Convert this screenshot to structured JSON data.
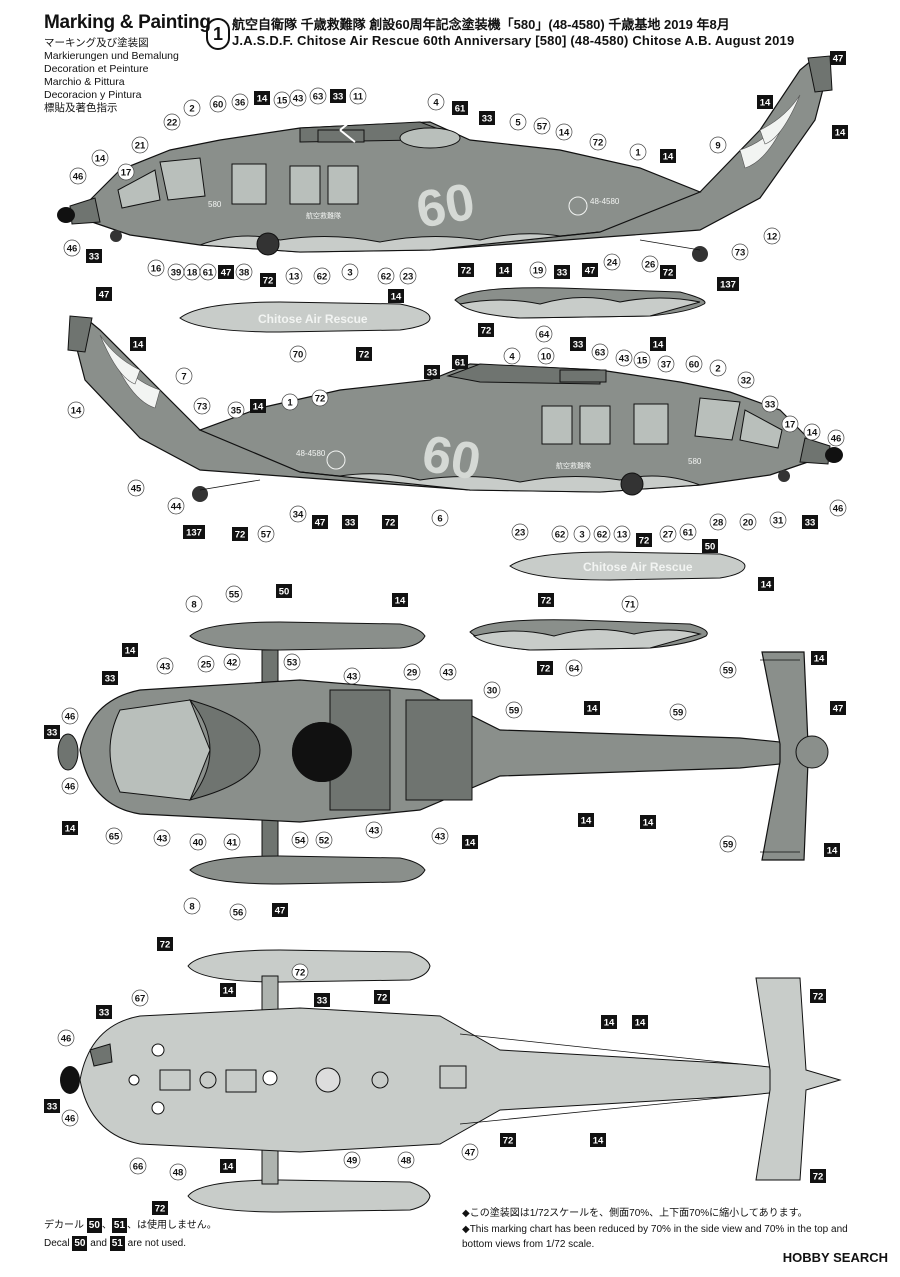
{
  "header": {
    "title": "Marking & Painting",
    "languages": [
      "マーキング及び塗装図",
      "Markierungen und Bemalung",
      "Decoration et Peinture",
      "Marchio & Pittura",
      "Decoracion y Pintura",
      "標貼及著色指示"
    ],
    "plate_number": "1",
    "title_jp": "航空自衛隊 千歳救難隊 創設60周年記念塗装機「580」(48-4580) 千歳基地 2019 年8月",
    "title_en": "J.A.S.D.F. Chitose Air Rescue 60th Anniversary [580] (48-4580)  Chitose A.B. August 2019"
  },
  "aircraft_markings": {
    "serial": "48-4580",
    "modex": "580",
    "unit_jp": "航空救難隊",
    "big_number": "60",
    "tank_text_1": "Chitose Air Rescue",
    "tank_text_2": "Chitose Air Rescue"
  },
  "colors": {
    "fuselage": "#8a8f8b",
    "fuselage_dark": "#6f7470",
    "underside": "#c8ccc9",
    "accent": "#cfd4cf",
    "line": "#111111"
  },
  "callouts": {
    "side_left": [
      {
        "n": "47",
        "boxed": true
      },
      {
        "n": "14",
        "boxed": true
      },
      {
        "n": "14",
        "boxed": true
      },
      {
        "n": "9",
        "boxed": false
      },
      {
        "n": "22",
        "boxed": false
      },
      {
        "n": "2",
        "boxed": false
      },
      {
        "n": "60",
        "boxed": false
      },
      {
        "n": "36",
        "boxed": false
      },
      {
        "n": "14",
        "boxed": true
      },
      {
        "n": "15",
        "boxed": false
      },
      {
        "n": "43",
        "boxed": false
      },
      {
        "n": "63",
        "boxed": false
      },
      {
        "n": "33",
        "boxed": true
      },
      {
        "n": "11",
        "boxed": false
      },
      {
        "n": "4",
        "boxed": false
      },
      {
        "n": "61",
        "boxed": true
      },
      {
        "n": "33",
        "boxed": true
      },
      {
        "n": "5",
        "boxed": false
      },
      {
        "n": "57",
        "boxed": false
      },
      {
        "n": "14",
        "boxed": false
      },
      {
        "n": "72",
        "boxed": false
      },
      {
        "n": "1",
        "boxed": false
      },
      {
        "n": "14",
        "boxed": true
      },
      {
        "n": "21",
        "boxed": false
      },
      {
        "n": "14",
        "boxed": false
      },
      {
        "n": "17",
        "boxed": false
      },
      {
        "n": "46",
        "boxed": false
      },
      {
        "n": "46",
        "boxed": false
      },
      {
        "n": "33",
        "boxed": true
      },
      {
        "n": "16",
        "boxed": false
      },
      {
        "n": "39",
        "boxed": false
      },
      {
        "n": "18",
        "boxed": false
      },
      {
        "n": "61",
        "boxed": false
      },
      {
        "n": "47",
        "boxed": true
      },
      {
        "n": "38",
        "boxed": false
      },
      {
        "n": "72",
        "boxed": true
      },
      {
        "n": "13",
        "boxed": false
      },
      {
        "n": "62",
        "boxed": false
      },
      {
        "n": "3",
        "boxed": false
      },
      {
        "n": "62",
        "boxed": false
      },
      {
        "n": "23",
        "boxed": false
      },
      {
        "n": "72",
        "boxed": true
      },
      {
        "n": "14",
        "boxed": true
      },
      {
        "n": "19",
        "boxed": false
      },
      {
        "n": "33",
        "boxed": true
      },
      {
        "n": "47",
        "boxed": true
      },
      {
        "n": "24",
        "boxed": false
      },
      {
        "n": "26",
        "boxed": false
      },
      {
        "n": "72",
        "boxed": true
      },
      {
        "n": "137",
        "boxed": true
      },
      {
        "n": "73",
        "boxed": false
      },
      {
        "n": "12",
        "boxed": false
      }
    ],
    "tanks_1": [
      {
        "n": "14",
        "boxed": true
      },
      {
        "n": "70",
        "boxed": false
      },
      {
        "n": "72",
        "boxed": true
      },
      {
        "n": "72",
        "boxed": true
      },
      {
        "n": "64",
        "boxed": false
      },
      {
        "n": "14",
        "boxed": true
      }
    ],
    "side_right": [
      {
        "n": "47",
        "boxed": true
      },
      {
        "n": "14",
        "boxed": true
      },
      {
        "n": "7",
        "boxed": false
      },
      {
        "n": "14",
        "boxed": false
      },
      {
        "n": "73",
        "boxed": false
      },
      {
        "n": "35",
        "boxed": false
      },
      {
        "n": "14",
        "boxed": true
      },
      {
        "n": "1",
        "boxed": false
      },
      {
        "n": "72",
        "boxed": false
      },
      {
        "n": "33",
        "boxed": true
      },
      {
        "n": "61",
        "boxed": true
      },
      {
        "n": "4",
        "boxed": false
      },
      {
        "n": "10",
        "boxed": false
      },
      {
        "n": "33",
        "boxed": true
      },
      {
        "n": "63",
        "boxed": false
      },
      {
        "n": "43",
        "boxed": false
      },
      {
        "n": "15",
        "boxed": false
      },
      {
        "n": "14",
        "boxed": true
      },
      {
        "n": "37",
        "boxed": false
      },
      {
        "n": "60",
        "boxed": false
      },
      {
        "n": "2",
        "boxed": false
      },
      {
        "n": "32",
        "boxed": false
      },
      {
        "n": "33",
        "boxed": false
      },
      {
        "n": "17",
        "boxed": false
      },
      {
        "n": "14",
        "boxed": false
      },
      {
        "n": "46",
        "boxed": false
      },
      {
        "n": "45",
        "boxed": false
      },
      {
        "n": "44",
        "boxed": false
      },
      {
        "n": "137",
        "boxed": true
      },
      {
        "n": "72",
        "boxed": true
      },
      {
        "n": "57",
        "boxed": false
      },
      {
        "n": "34",
        "boxed": false
      },
      {
        "n": "47",
        "boxed": true
      },
      {
        "n": "33",
        "boxed": true
      },
      {
        "n": "72",
        "boxed": true
      },
      {
        "n": "6",
        "boxed": false
      },
      {
        "n": "23",
        "boxed": false
      },
      {
        "n": "62",
        "boxed": false
      },
      {
        "n": "3",
        "boxed": false
      },
      {
        "n": "62",
        "boxed": false
      },
      {
        "n": "13",
        "boxed": false
      },
      {
        "n": "72",
        "boxed": true
      },
      {
        "n": "27",
        "boxed": false
      },
      {
        "n": "61",
        "boxed": false
      },
      {
        "n": "28",
        "boxed": false
      },
      {
        "n": "50",
        "boxed": true
      },
      {
        "n": "20",
        "boxed": false
      },
      {
        "n": "31",
        "boxed": false
      },
      {
        "n": "33",
        "boxed": true
      },
      {
        "n": "46",
        "boxed": false
      }
    ],
    "tanks_2": [
      {
        "n": "14",
        "boxed": true
      },
      {
        "n": "72",
        "boxed": true
      },
      {
        "n": "71",
        "boxed": false
      },
      {
        "n": "14",
        "boxed": true
      },
      {
        "n": "72",
        "boxed": true
      },
      {
        "n": "64",
        "boxed": false
      }
    ],
    "top_view": [
      {
        "n": "8",
        "boxed": false
      },
      {
        "n": "55",
        "boxed": false
      },
      {
        "n": "50",
        "boxed": true
      },
      {
        "n": "14",
        "boxed": true
      },
      {
        "n": "14",
        "boxed": true
      },
      {
        "n": "43",
        "boxed": false
      },
      {
        "n": "25",
        "boxed": false
      },
      {
        "n": "42",
        "boxed": false
      },
      {
        "n": "53",
        "boxed": false
      },
      {
        "n": "43",
        "boxed": false
      },
      {
        "n": "29",
        "boxed": false
      },
      {
        "n": "43",
        "boxed": false
      },
      {
        "n": "33",
        "boxed": true
      },
      {
        "n": "30",
        "boxed": false
      },
      {
        "n": "46",
        "boxed": false
      },
      {
        "n": "33",
        "boxed": true
      },
      {
        "n": "59",
        "boxed": false
      },
      {
        "n": "14",
        "boxed": true
      },
      {
        "n": "59",
        "boxed": false
      },
      {
        "n": "59",
        "boxed": false
      },
      {
        "n": "14",
        "boxed": true
      },
      {
        "n": "47",
        "boxed": true
      },
      {
        "n": "46",
        "boxed": false
      },
      {
        "n": "14",
        "boxed": true
      },
      {
        "n": "65",
        "boxed": false
      },
      {
        "n": "43",
        "boxed": false
      },
      {
        "n": "40",
        "boxed": false
      },
      {
        "n": "41",
        "boxed": false
      },
      {
        "n": "54",
        "boxed": false
      },
      {
        "n": "52",
        "boxed": false
      },
      {
        "n": "43",
        "boxed": false
      },
      {
        "n": "43",
        "boxed": false
      },
      {
        "n": "14",
        "boxed": true
      },
      {
        "n": "14",
        "boxed": true
      },
      {
        "n": "14",
        "boxed": true
      },
      {
        "n": "59",
        "boxed": false
      },
      {
        "n": "14",
        "boxed": true
      },
      {
        "n": "8",
        "boxed": false
      },
      {
        "n": "56",
        "boxed": false
      },
      {
        "n": "47",
        "boxed": true
      }
    ],
    "bottom_view": [
      {
        "n": "72",
        "boxed": true
      },
      {
        "n": "14",
        "boxed": true
      },
      {
        "n": "72",
        "boxed": false
      },
      {
        "n": "33",
        "boxed": true
      },
      {
        "n": "72",
        "boxed": true
      },
      {
        "n": "67",
        "boxed": false
      },
      {
        "n": "33",
        "boxed": true
      },
      {
        "n": "46",
        "boxed": false
      },
      {
        "n": "14",
        "boxed": true
      },
      {
        "n": "14",
        "boxed": true
      },
      {
        "n": "72",
        "boxed": true
      },
      {
        "n": "33",
        "boxed": true
      },
      {
        "n": "46",
        "boxed": false
      },
      {
        "n": "66",
        "boxed": false
      },
      {
        "n": "48",
        "boxed": false
      },
      {
        "n": "14",
        "boxed": true
      },
      {
        "n": "49",
        "boxed": false
      },
      {
        "n": "48",
        "boxed": false
      },
      {
        "n": "47",
        "boxed": false
      },
      {
        "n": "72",
        "boxed": true
      },
      {
        "n": "14",
        "boxed": true
      },
      {
        "n": "72",
        "boxed": true
      },
      {
        "n": "72",
        "boxed": true
      }
    ]
  },
  "notes": {
    "scale_jp": "◆この塗装図は1/72スケールを、側面70%、上下面70%に縮小してあります。",
    "scale_en": "◆This marking chart has been reduced by 70% in the side view and 70% in the top and bottom views from 1/72 scale.",
    "decal_jp_prefix": "デカール",
    "decal_jp_n1": "50",
    "decal_jp_sep": "、",
    "decal_jp_n2": "51",
    "decal_jp_suffix": "、は使用しません。",
    "decal_en_prefix": "Decal",
    "decal_en_n1": "50",
    "decal_en_mid": "and",
    "decal_en_n2": "51",
    "decal_en_suffix": "are not used."
  },
  "watermark": "HOBBY SEARCH"
}
